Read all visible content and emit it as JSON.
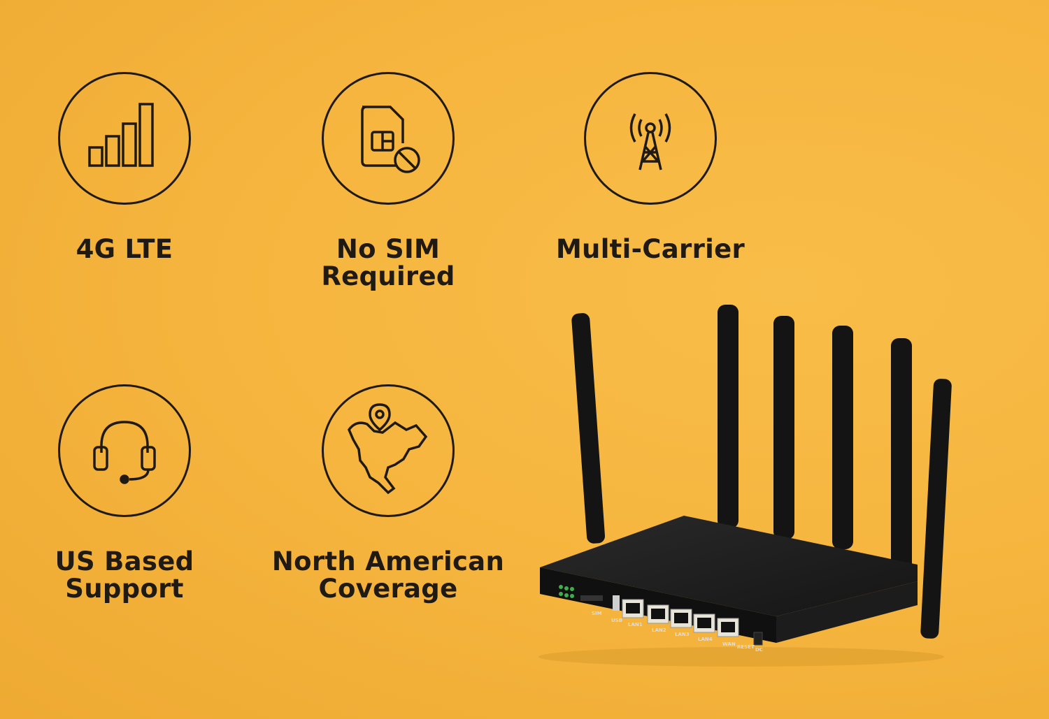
{
  "features": [
    {
      "label_lines": [
        "4G LTE"
      ],
      "icon": "signal-bars-icon"
    },
    {
      "label_lines": [
        "No SIM",
        "Required"
      ],
      "icon": "no-sim-icon"
    },
    {
      "label_lines": [
        "Multi-Carrier"
      ],
      "icon": "cell-tower-icon"
    },
    {
      "label_lines": [
        "US Based",
        "Support"
      ],
      "icon": "headset-icon"
    },
    {
      "label_lines": [
        "North American",
        "Coverage"
      ],
      "icon": "north-america-map-pin-icon"
    }
  ],
  "router": {
    "port_labels": [
      "SIM",
      "USB",
      "LAN1",
      "LAN2",
      "LAN3",
      "LAN4",
      "WAN",
      "RESET",
      "DC"
    ]
  },
  "colors": {
    "background": "#f6b63f",
    "ink": "#1f1a13",
    "router": "#1a1a1a"
  }
}
